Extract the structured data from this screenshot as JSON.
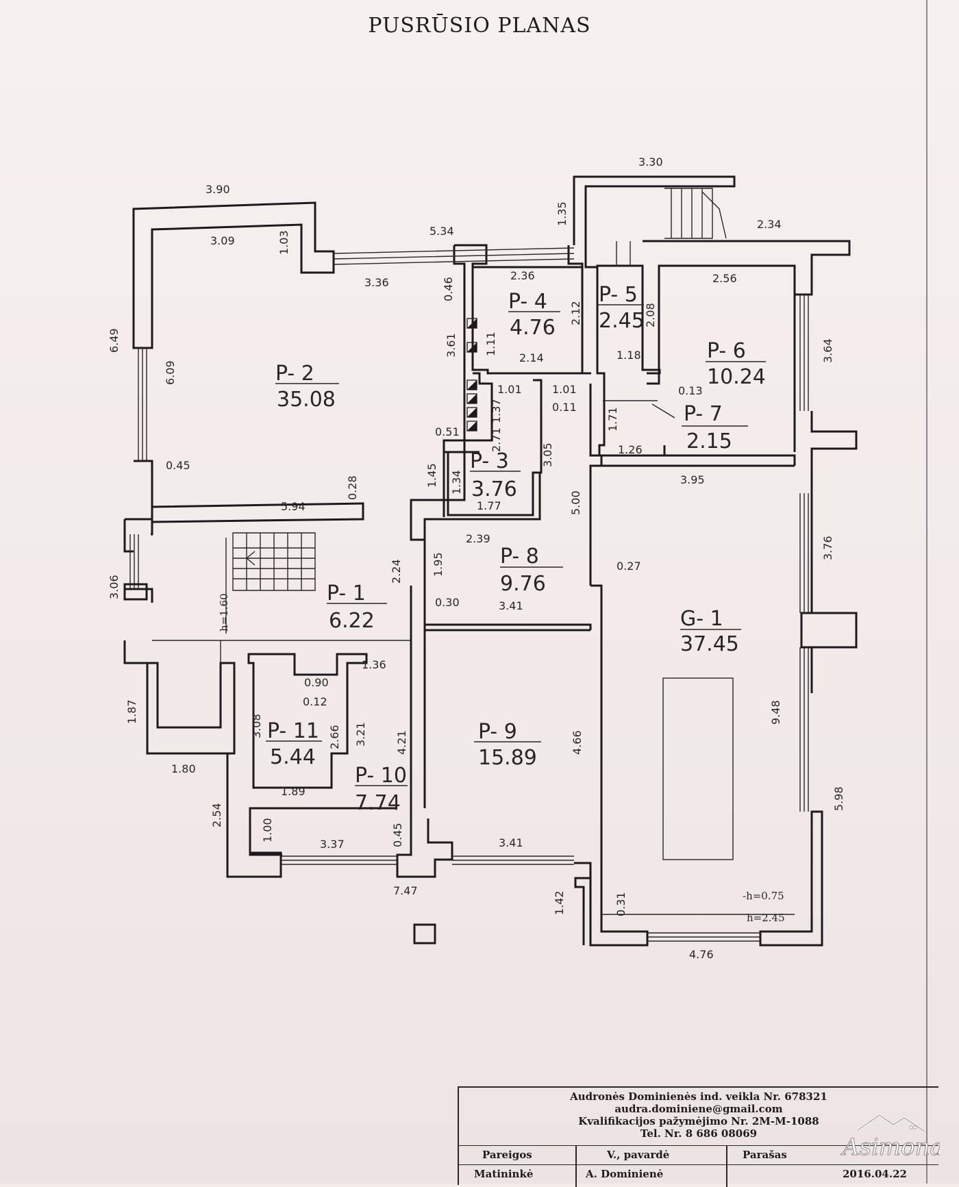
{
  "title": "PUSRŪSIO PLANAS",
  "rooms": [
    {
      "id": "P-2",
      "name": "P- 2",
      "area": "35.08"
    },
    {
      "id": "P-4",
      "name": "P- 4",
      "area": "4.76"
    },
    {
      "id": "P-5",
      "name": "P- 5",
      "area": "2.45"
    },
    {
      "id": "P-6",
      "name": "P- 6",
      "area": "10.24"
    },
    {
      "id": "P-7",
      "name": "P- 7",
      "area": "2.15"
    },
    {
      "id": "P-3",
      "name": "P- 3",
      "area": "3.76"
    },
    {
      "id": "P-8",
      "name": "P- 8",
      "area": "9.76"
    },
    {
      "id": "P-1",
      "name": "P- 1",
      "area": "6.22"
    },
    {
      "id": "G-1",
      "name": "G- 1",
      "area": "37.45"
    },
    {
      "id": "P-9",
      "name": "P- 9",
      "area": "15.89"
    },
    {
      "id": "P-11",
      "name": "P- 11",
      "area": "5.44"
    },
    {
      "id": "P-10",
      "name": "P- 10",
      "area": "7.74"
    }
  ],
  "dimensions": [
    "3.90",
    "3.09",
    "1.03",
    "5.34",
    "3.36",
    "6.49",
    "6.09",
    "0.45",
    "5.94",
    "0.28",
    "0.46",
    "3.61",
    "1.45",
    "0.51",
    "2.36",
    "2.12",
    "1.11",
    "2.14",
    "1.01",
    "1.37",
    "2.71",
    "1.34",
    "1.77",
    "1.01",
    "0.11",
    "3.05",
    "3.30",
    "1.35",
    "2.34",
    "2.56",
    "2.08",
    "1.18",
    "0.13",
    "1.71",
    "1.26",
    "3.64",
    "3.95",
    "5.00",
    "3.76",
    "2.39",
    "1.95",
    "2.24",
    "0.30",
    "3.41",
    "0.27",
    "3.06",
    "1.36",
    "0.90",
    "0.12",
    "3.08",
    "2.66",
    "3.21",
    "4.21",
    "4.66",
    "1.87",
    "1.80",
    "1.89",
    "2.54",
    "1.00",
    "3.37",
    "0.45",
    "3.41",
    "9.48",
    "5.98",
    "7.47",
    "1.42",
    "0.31",
    "4.76"
  ],
  "notes": {
    "h_stairs": "h=1.60",
    "h_garage_1": "-h=0.75",
    "h_garage_2": "h=2.45"
  },
  "title_block": {
    "company": "Audronės Dominienės ind. veikla Nr. 678321",
    "email": "audra.dominiene@gmail.com",
    "qualification": "Kvalifikacijos pažymėjimo Nr. 2M-M-1088",
    "phone": "Tel. Nr. 8 686 08069",
    "col_position": "Pareigos",
    "col_name": "V., pavardė",
    "col_signature": "Parašas",
    "role": "Matininkė",
    "person": "A. Dominienė",
    "date": "2016.04.22"
  },
  "logo": {
    "text": "Asimonas"
  }
}
